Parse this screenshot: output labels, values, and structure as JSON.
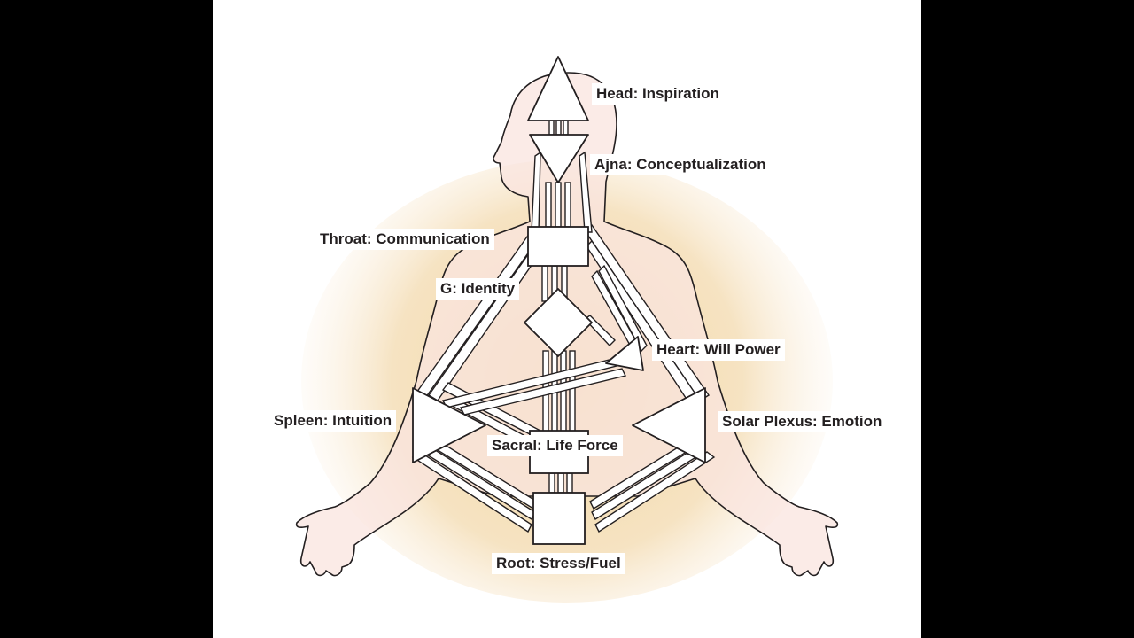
{
  "colors": {
    "background": "#000000",
    "panel": "#ffffff",
    "outline": "#231f20",
    "body_fill": "#f9e6e0",
    "glow_fill": "#f3ddb0",
    "center_fill": "#ffffff"
  },
  "centers": [
    {
      "id": "head",
      "label": "Head: Inspiration",
      "shape": "triangle-up"
    },
    {
      "id": "ajna",
      "label": "Ajna: Conceptualization",
      "shape": "triangle-down"
    },
    {
      "id": "throat",
      "label": "Throat: Communication",
      "shape": "square"
    },
    {
      "id": "g",
      "label": "G: Identity",
      "shape": "diamond"
    },
    {
      "id": "heart",
      "label": "Heart: Will Power",
      "shape": "triangle"
    },
    {
      "id": "spleen",
      "label": "Spleen: Intuition",
      "shape": "triangle-right"
    },
    {
      "id": "solar_plexus",
      "label": "Solar Plexus: Emotion",
      "shape": "triangle-left"
    },
    {
      "id": "sacral",
      "label": "Sacral: Life Force",
      "shape": "square"
    },
    {
      "id": "root",
      "label": "Root: Stress/Fuel",
      "shape": "square"
    }
  ]
}
